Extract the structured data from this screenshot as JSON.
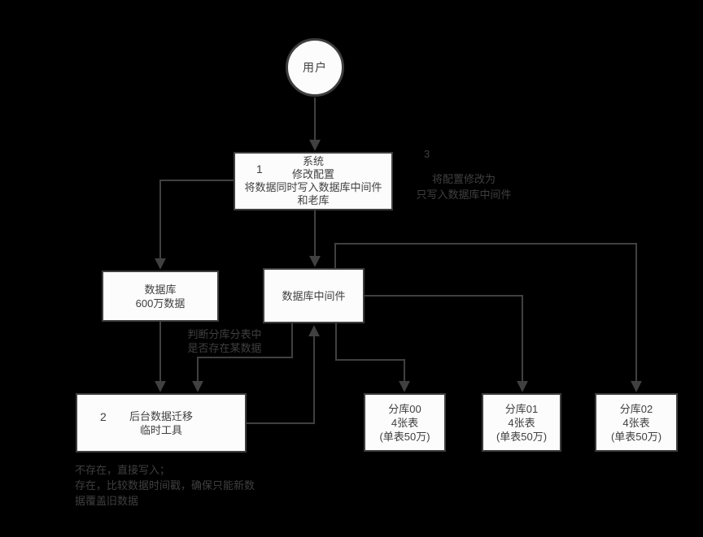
{
  "colors": {
    "background": "#000000",
    "box_fill": "#fcfcfc",
    "line": "#404040",
    "text": "#3f3f3f"
  },
  "nodes": {
    "user": {
      "label": "用户"
    },
    "system": {
      "step": "1",
      "lines": [
        "系统",
        "修改配置",
        "将数据同时写入数据库中间件",
        "和老库"
      ]
    },
    "olddb": {
      "lines": [
        "数据库",
        "600万数据"
      ]
    },
    "middleware": {
      "label": "数据库中间件"
    },
    "migration": {
      "step": "2",
      "lines": [
        "后台数据迁移",
        "临时工具"
      ]
    },
    "shard00": {
      "lines": [
        "分库00",
        "4张表",
        "(单表50万)"
      ]
    },
    "shard01": {
      "lines": [
        "分库01",
        "4张表",
        "(单表50万)"
      ]
    },
    "shard02": {
      "lines": [
        "分库02",
        "4张表",
        "(单表50万)"
      ]
    }
  },
  "annotations": {
    "step3": {
      "number": "3",
      "lines": [
        "将配置修改为",
        "只写入数据库中间件"
      ]
    },
    "check": {
      "lines": [
        "判断分库分表中",
        "是否存在某数据"
      ]
    },
    "note": {
      "lines": [
        "不存在，直接写入；",
        "存在，比较数据时间戳，确保只能新数",
        "据覆盖旧数据"
      ]
    }
  }
}
